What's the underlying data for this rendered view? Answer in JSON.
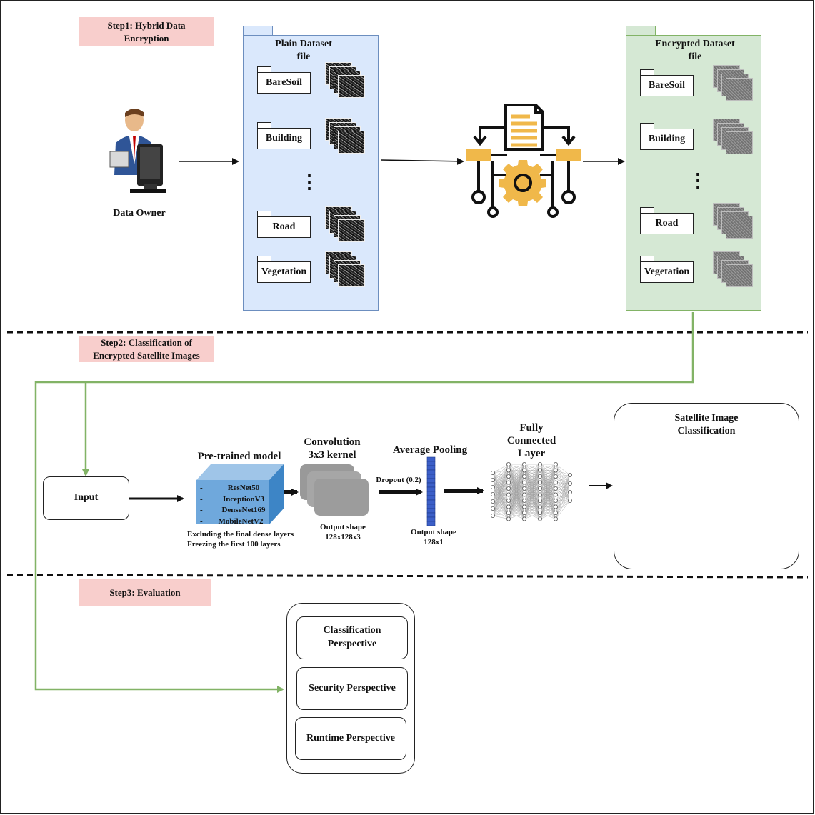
{
  "steps": {
    "step1": "Step1: Hybrid Data Encryption",
    "step2_line1": "Step2: Classification of",
    "step2_line2": "Encrypted Satellite Images",
    "step3": "Step3: Evaluation"
  },
  "data_owner": "Data Owner",
  "plain_dataset": {
    "title_line1": "Plain Dataset",
    "title_line2": "file",
    "folders": [
      "BareSoil",
      "Building",
      "Road",
      "Vegetation"
    ],
    "ellipsis": "⋮"
  },
  "encrypted_dataset": {
    "title_line1": "Encrypted Dataset",
    "title_line2": "file",
    "folders": [
      "BareSoil",
      "Building",
      "Road",
      "Vegetation"
    ],
    "ellipsis": "⋮"
  },
  "pipeline": {
    "input": "Input",
    "pretrained_title": "Pre-trained model",
    "models": [
      "ResNet50",
      "InceptionV3",
      "DenseNet169",
      "MobileNetV2"
    ],
    "model_bullet": "-",
    "pretrained_note1": "Excluding the final dense layers",
    "pretrained_note2": "Freezing the first 100 layers",
    "conv_title_line1": "Convolution",
    "conv_title_line2": "3x3 kernel",
    "conv_output_line1": "Output shape",
    "conv_output_line2": "128x128x3",
    "dropout": "Dropout (0.2)",
    "pool_title": "Average Pooling",
    "pool_output_line1": "Output shape",
    "pool_output_line2": "128x1",
    "fc_line1": "Fully",
    "fc_line2": "Connected",
    "fc_line3": "Layer",
    "result_line1": "Satellite Image",
    "result_line2": "Classification",
    "result_icon_mark": "?"
  },
  "evaluation": {
    "items": [
      {
        "line1": "Classification",
        "line2": "Perspective"
      },
      {
        "line1": "Security Perspective",
        "line2": ""
      },
      {
        "line1": "Runtime Perspective",
        "line2": ""
      }
    ]
  },
  "colors": {
    "plain_fill": "#dae8fc",
    "plain_border": "#6c8ebf",
    "encrypted_fill": "#d5e8d4",
    "encrypted_border": "#82b366",
    "step_label": "#f8cecc",
    "green_line": "#82b366",
    "encrypt_accent": "#f0b84a",
    "cube_blue": "#6fa8dc",
    "pool_bar": "#3c5fc8"
  },
  "icons": {
    "data_owner": "person-at-computer-icon",
    "encryption": "document-gear-encryption-icon",
    "result": "chart-question-icon"
  }
}
